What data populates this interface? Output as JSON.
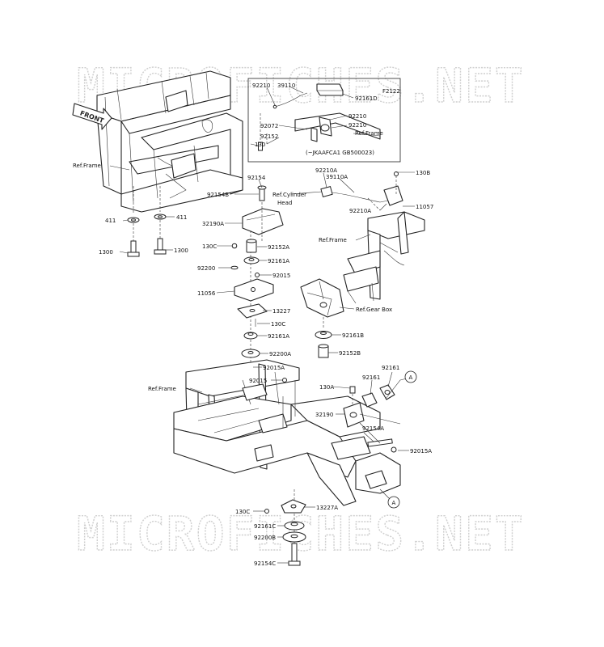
{
  "watermark": "MICROFICHES.NET",
  "figure_code": "F2122",
  "front_label": "FRONT",
  "inset_note": "(~JKAAFCA1 GB500023)",
  "callouts": [
    {
      "id": "c-92210-a",
      "text": "92210"
    },
    {
      "id": "c-39110",
      "text": "39110"
    },
    {
      "id": "c-92161d",
      "text": "92161D"
    },
    {
      "id": "c-92210-b",
      "text": "92210"
    },
    {
      "id": "c-92072",
      "text": "92072"
    },
    {
      "id": "c-92210-c",
      "text": "92210"
    },
    {
      "id": "c-92152",
      "text": "92152"
    },
    {
      "id": "c-ref-frame-inset",
      "text": "Ref.Frame"
    },
    {
      "id": "c-130",
      "text": "130"
    },
    {
      "id": "c-ref-frame-1",
      "text": "Ref.Frame"
    },
    {
      "id": "c-92154",
      "text": "92154"
    },
    {
      "id": "c-92210a-1",
      "text": "92210A"
    },
    {
      "id": "c-39110a",
      "text": "39110A"
    },
    {
      "id": "c-130b",
      "text": "130B"
    },
    {
      "id": "c-92154b",
      "text": "92154B"
    },
    {
      "id": "c-ref-cyl",
      "text": "Ref.Cylinder"
    },
    {
      "id": "c-head",
      "text": "Head"
    },
    {
      "id": "c-11057",
      "text": "11057"
    },
    {
      "id": "c-92210a-2",
      "text": "92210A"
    },
    {
      "id": "c-411-left",
      "text": "411"
    },
    {
      "id": "c-411-right",
      "text": "411"
    },
    {
      "id": "c-32190a",
      "text": "32190A"
    },
    {
      "id": "c-ref-frame-2",
      "text": "Ref.Frame"
    },
    {
      "id": "c-1300-left",
      "text": "1300"
    },
    {
      "id": "c-1300-right",
      "text": "1300"
    },
    {
      "id": "c-130c-1",
      "text": "130C"
    },
    {
      "id": "c-92152a",
      "text": "92152A"
    },
    {
      "id": "c-92161a-1",
      "text": "92161A"
    },
    {
      "id": "c-92200",
      "text": "92200"
    },
    {
      "id": "c-92015",
      "text": "92015"
    },
    {
      "id": "c-11056",
      "text": "11056"
    },
    {
      "id": "c-13227",
      "text": "13227"
    },
    {
      "id": "c-ref-gearbox",
      "text": "Ref.Gear Box"
    },
    {
      "id": "c-130c-2",
      "text": "130C"
    },
    {
      "id": "c-92161a-2",
      "text": "92161A"
    },
    {
      "id": "c-92161b",
      "text": "92161B"
    },
    {
      "id": "c-92200a",
      "text": "92200A"
    },
    {
      "id": "c-92152b",
      "text": "92152B"
    },
    {
      "id": "c-92015a-1",
      "text": "92015A"
    },
    {
      "id": "c-92015-2",
      "text": "92015"
    },
    {
      "id": "c-92161-a",
      "text": "92161"
    },
    {
      "id": "c-92161-b",
      "text": "92161"
    },
    {
      "id": "c-ref-frame-3",
      "text": "Ref.Frame"
    },
    {
      "id": "c-130a",
      "text": "130A"
    },
    {
      "id": "c-32190",
      "text": "32190"
    },
    {
      "id": "c-92154a",
      "text": "92154A"
    },
    {
      "id": "c-92015a-2",
      "text": "92015A"
    },
    {
      "id": "c-130c-3",
      "text": "130C"
    },
    {
      "id": "c-13227a",
      "text": "13227A"
    },
    {
      "id": "c-92161c",
      "text": "92161C"
    },
    {
      "id": "c-92200b",
      "text": "92200B"
    },
    {
      "id": "c-92154c",
      "text": "92154C"
    }
  ],
  "ref_markers": [
    "A",
    "A"
  ]
}
